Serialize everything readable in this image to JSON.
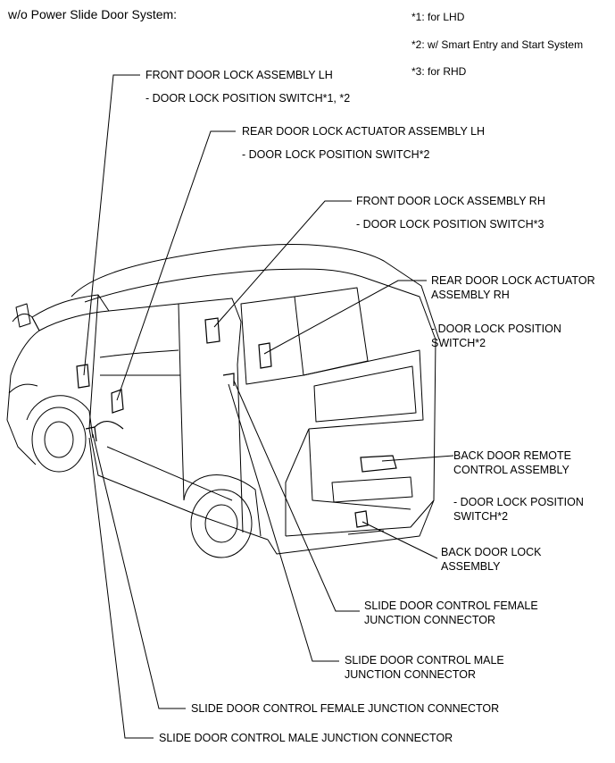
{
  "title": "w/o Power Slide Door System:",
  "notes": [
    "*1: for LHD",
    "*2: w/ Smart Entry and Start System",
    "*3: for RHD"
  ],
  "labels": {
    "front_lh": "FRONT DOOR LOCK ASSEMBLY LH",
    "front_lh_sub": "- DOOR LOCK POSITION SWITCH*1, *2",
    "rear_lh": "REAR DOOR LOCK ACTUATOR ASSEMBLY LH",
    "rear_lh_sub": "- DOOR LOCK POSITION SWITCH*2",
    "front_rh": "FRONT DOOR LOCK ASSEMBLY RH",
    "front_rh_sub": "- DOOR LOCK POSITION SWITCH*3",
    "rear_rh_1": "REAR DOOR LOCK ACTUATOR",
    "rear_rh_2": "ASSEMBLY RH",
    "rear_rh_sub_1": "- DOOR LOCK POSITION",
    "rear_rh_sub_2": "SWITCH*2",
    "back_remote_1": "BACK DOOR REMOTE",
    "back_remote_2": "CONTROL ASSEMBLY",
    "back_remote_sub_1": "- DOOR LOCK POSITION",
    "back_remote_sub_2": "SWITCH*2",
    "back_lock_1": "BACK DOOR LOCK",
    "back_lock_2": "ASSEMBLY",
    "slide_female_r_1": "SLIDE DOOR CONTROL FEMALE",
    "slide_female_r_2": "JUNCTION CONNECTOR",
    "slide_male_r_1": "SLIDE DOOR CONTROL MALE",
    "slide_male_r_2": "JUNCTION CONNECTOR",
    "slide_female_l": "SLIDE DOOR CONTROL FEMALE JUNCTION CONNECTOR",
    "slide_male_l": "SLIDE DOOR CONTROL MALE JUNCTION CONNECTOR"
  }
}
